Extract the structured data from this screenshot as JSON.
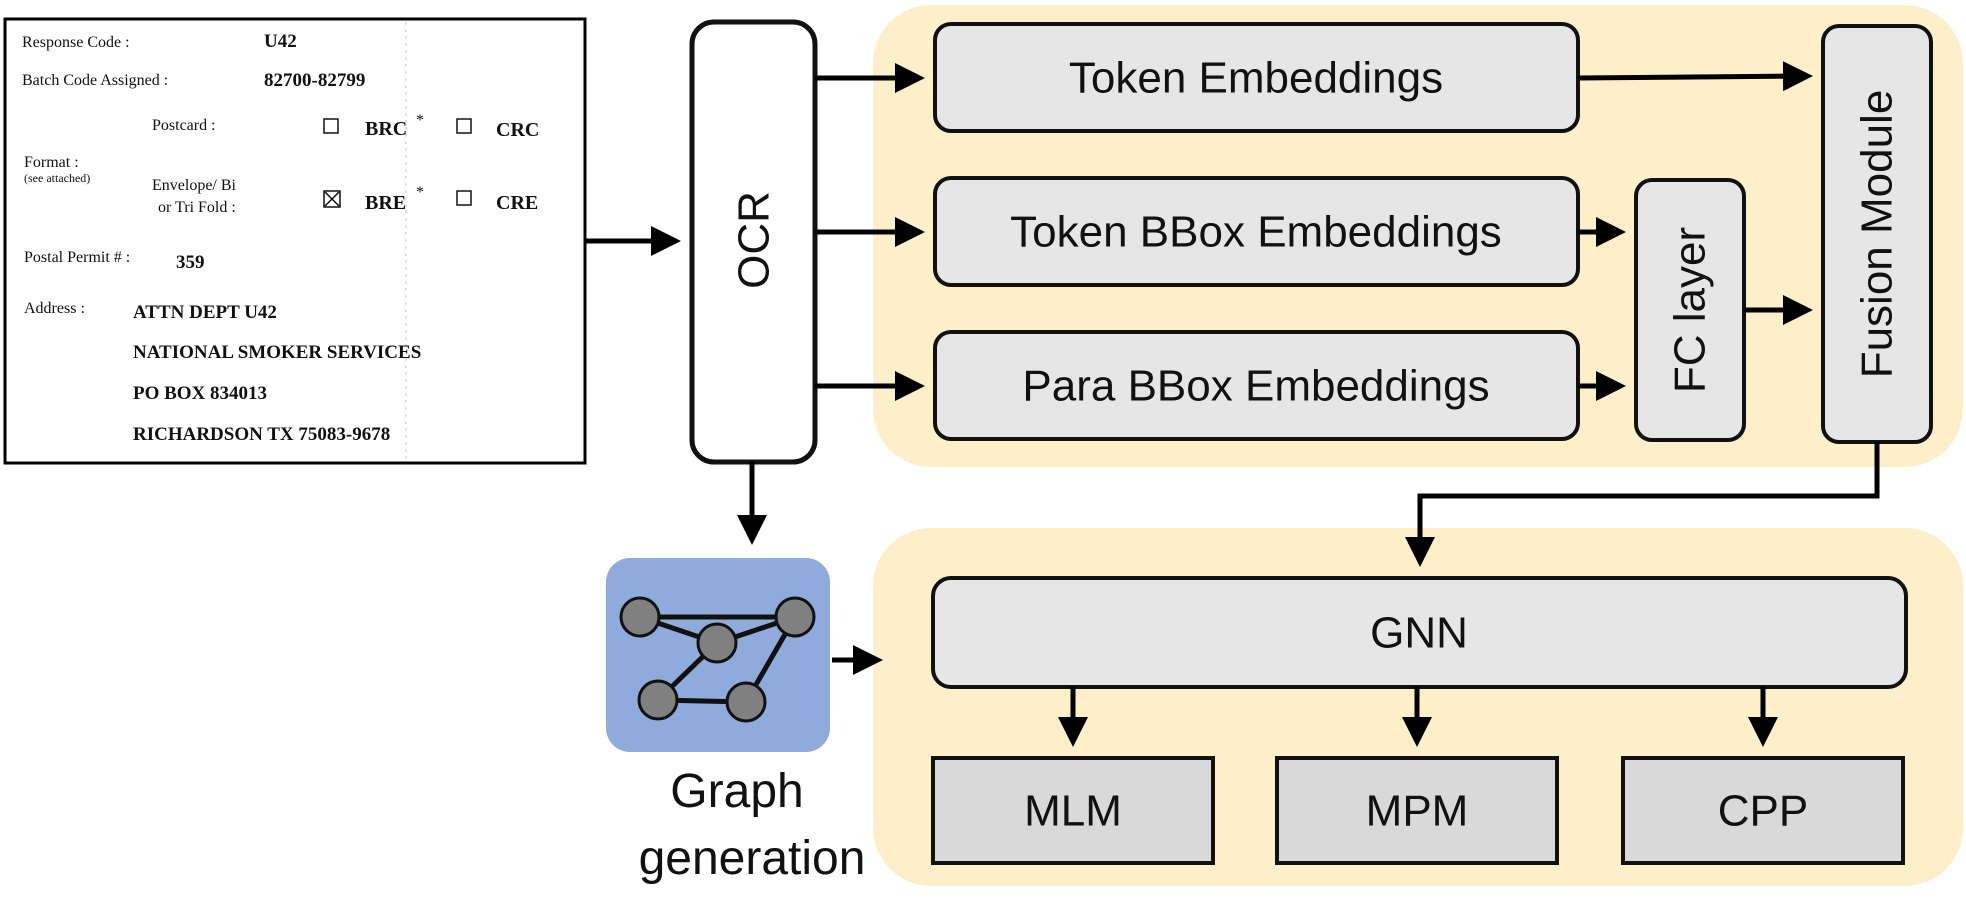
{
  "colors": {
    "panel": "#fcefc9",
    "block": "#e6e6e6",
    "head_block": "#d9d9d9",
    "graph_tile": "#8eabdb",
    "node": "#808080",
    "stroke": "#111111"
  },
  "document": {
    "response_code_label": "Response Code :",
    "response_code_value": "U42",
    "batch_code_label": "Batch Code Assigned :",
    "batch_code_value": "82700-82799",
    "format_label": "Format :",
    "format_note": "(see attached)",
    "postcard_label": "Postcard :",
    "envelope_label_1": "Envelope/ Bi",
    "envelope_label_2": "or Tri Fold :",
    "brc": "BRC",
    "crc": "CRC",
    "bre": "BRE",
    "cre": "CRE",
    "star": "*",
    "permit_label": "Postal Permit # :",
    "permit_value": "359",
    "address_label": "Address :",
    "address_lines": [
      "ATTN DEPT U42",
      "NATIONAL SMOKER SERVICES",
      "PO BOX 834013",
      "RICHARDSON TX  75083-9678"
    ]
  },
  "blocks": {
    "ocr": "OCR",
    "token_embeddings": "Token Embeddings",
    "token_bbox_embeddings": "Token BBox Embeddings",
    "para_bbox_embeddings": "Para BBox Embeddings",
    "fc_layer": "FC layer",
    "fusion_module": "Fusion Module",
    "gnn": "GNN",
    "mlm": "MLM",
    "mpm": "MPM",
    "cpp": "CPP"
  },
  "caption": {
    "line1": "Graph",
    "line2": "generation"
  }
}
